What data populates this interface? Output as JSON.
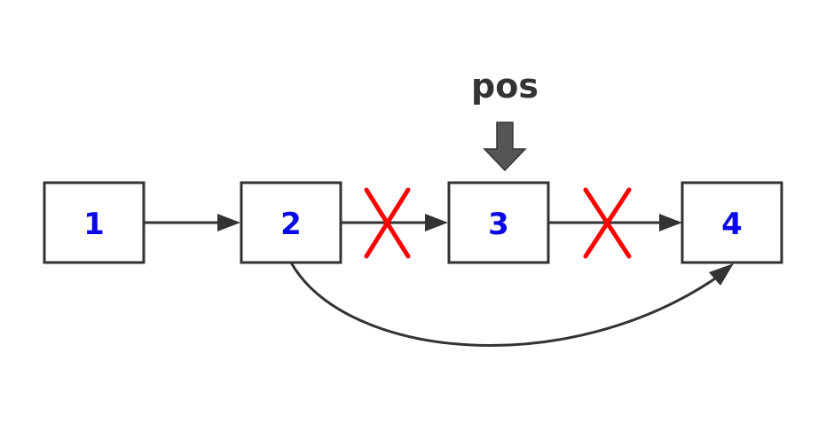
{
  "nodes": [
    {
      "id": "n1",
      "label": "1"
    },
    {
      "id": "n2",
      "label": "2"
    },
    {
      "id": "n3",
      "label": "3"
    },
    {
      "id": "n4",
      "label": "4"
    }
  ],
  "pointer": {
    "label": "pos",
    "target": "n3"
  },
  "edges": [
    {
      "from": "n1",
      "to": "n2",
      "removed": false
    },
    {
      "from": "n2",
      "to": "n3",
      "removed": true
    },
    {
      "from": "n3",
      "to": "n4",
      "removed": true
    },
    {
      "from": "n2",
      "to": "n4",
      "removed": false,
      "curved": true
    }
  ],
  "colors": {
    "node_text": "#0a0ae6",
    "stroke": "#333333",
    "removed_mark": "#ff0000",
    "pointer_arrow": "#555555"
  }
}
